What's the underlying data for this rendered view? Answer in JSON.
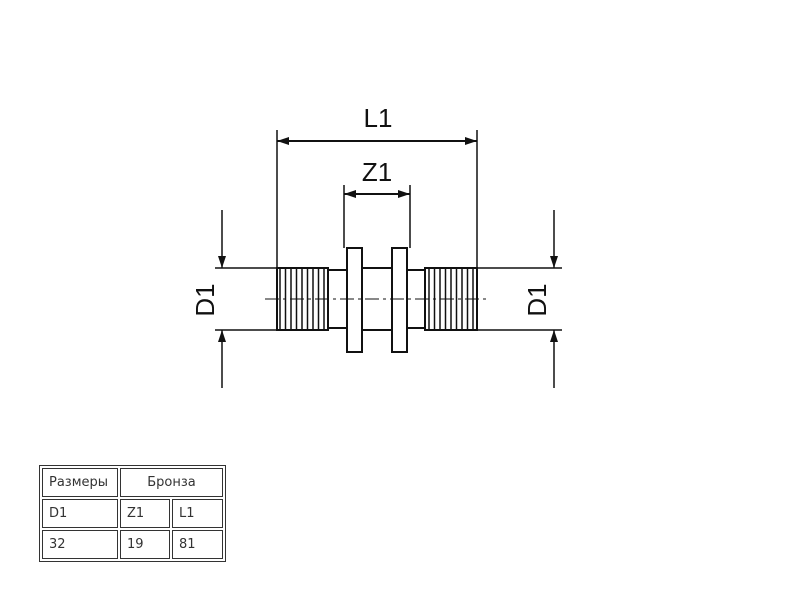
{
  "drawing": {
    "labels": {
      "length": "L1",
      "insertion": "Z1",
      "diameter_left": "D1",
      "diameter_right": "D1"
    }
  },
  "table": {
    "header": {
      "sizes": "Размеры",
      "material": "Бронза"
    },
    "columns": [
      "D1",
      "Z1",
      "L1"
    ],
    "rows": [
      [
        "32",
        "19",
        "81"
      ]
    ]
  }
}
